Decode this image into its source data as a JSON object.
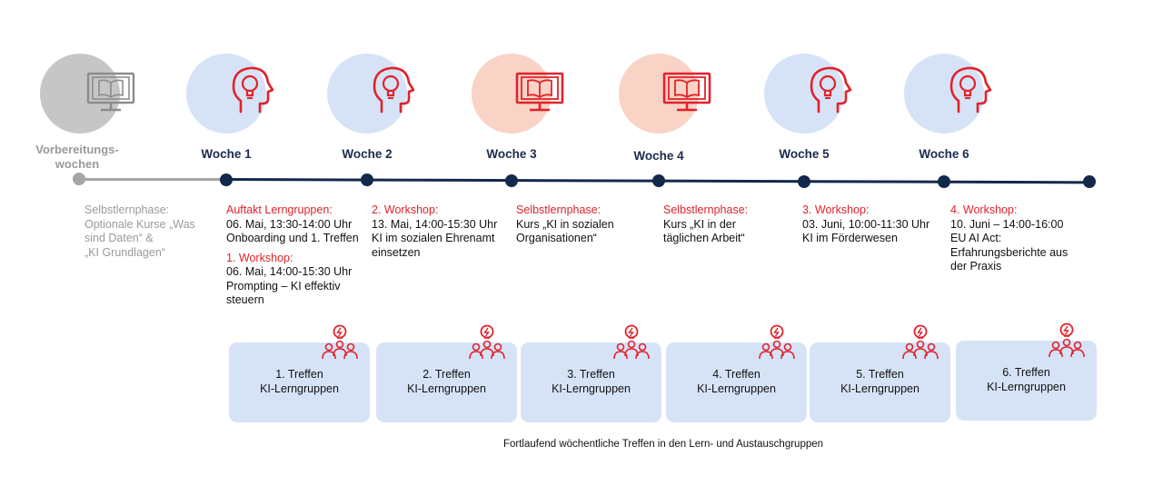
{
  "prep": {
    "label_line1": "Vorbereitungs-",
    "label_line2": "wochen",
    "desc_line1": "Selbstlernphase:",
    "desc_line2": "Optionale Kurse „Was",
    "desc_line3": "sind Daten“ &",
    "desc_line4": "„KI Grundlagen“"
  },
  "weeks": [
    {
      "label": "Woche 1",
      "icon": "head-lightbulb-icon",
      "lines": [
        {
          "t": "Auftakt Lerngruppen:",
          "red": true
        },
        {
          "t": "06. Mai, 13:30-14:00 Uhr"
        },
        {
          "t": "Onboarding und 1. Treffen"
        },
        {
          "t": "1. Workshop:",
          "red": true
        },
        {
          "t": "06. Mai, 14:00-15:30 Uhr"
        },
        {
          "t": "Prompting – KI effektiv"
        },
        {
          "t": "steuern"
        }
      ]
    },
    {
      "label": "Woche 2",
      "icon": "head-lightbulb-icon",
      "lines": [
        {
          "t": "2. Workshop:",
          "red": true
        },
        {
          "t": "13. Mai, 14:00-15:30 Uhr"
        },
        {
          "t": "KI im sozialen Ehrenamt"
        },
        {
          "t": "einsetzen"
        }
      ]
    },
    {
      "label": "Woche 3",
      "icon": "monitor-book-icon",
      "lines": [
        {
          "t": "Selbstlernphase:",
          "red": true
        },
        {
          "t": "Kurs „KI in sozialen"
        },
        {
          "t": "Organisationen“"
        }
      ]
    },
    {
      "label": "Woche 4",
      "icon": "monitor-book-icon",
      "lines": [
        {
          "t": "Selbstlernphase:",
          "red": true
        },
        {
          "t": "Kurs „KI in der"
        },
        {
          "t": "täglichen Arbeit“"
        }
      ]
    },
    {
      "label": "Woche 5",
      "icon": "head-lightbulb-icon",
      "lines": [
        {
          "t": "3. Workshop:",
          "red": true
        },
        {
          "t": "03. Juni, 10:00-11:30 Uhr"
        },
        {
          "t": "KI im Förderwesen"
        }
      ]
    },
    {
      "label": "Woche 6",
      "icon": "head-lightbulb-icon",
      "lines": [
        {
          "t": "4. Workshop:",
          "red": true
        },
        {
          "t": "10. Juni – 14:00-16:00"
        },
        {
          "t": "EU AI Act:"
        },
        {
          "t": "Erfahrungsberichte aus"
        },
        {
          "t": "der Praxis"
        }
      ]
    }
  ],
  "meetings": [
    {
      "line1": "1. Treffen",
      "line2": "KI-Lerngruppen"
    },
    {
      "line1": "2. Treffen",
      "line2": "KI-Lerngruppen"
    },
    {
      "line1": "3. Treffen",
      "line2": "KI-Lerngruppen"
    },
    {
      "line1": "4. Treffen",
      "line2": "KI-Lerngruppen"
    },
    {
      "line1": "5. Treffen",
      "line2": "KI-Lerngruppen"
    },
    {
      "line1": "6. Treffen",
      "line2": "KI-Lerngruppen"
    }
  ],
  "caption": "Fortlaufend wöchentliche Treffen in den Lern- und Austauschgruppen",
  "colors": {
    "navy": "#13294b",
    "red": "#e1222b",
    "blue": "#d6e3f7",
    "salmon": "#f9d3c6",
    "grey": "#a6a6a6"
  }
}
